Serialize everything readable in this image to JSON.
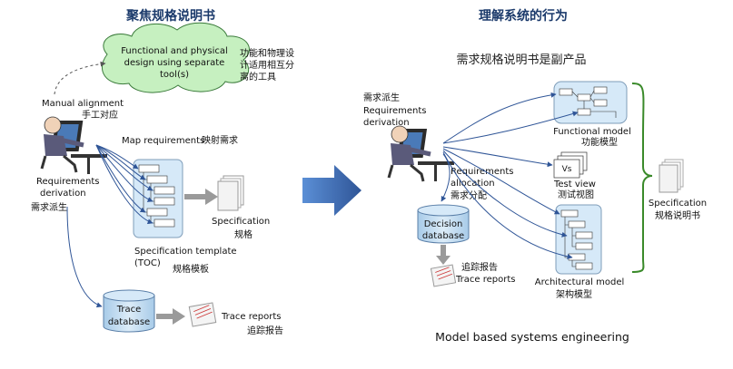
{
  "left": {
    "title": "聚焦规格说明书",
    "cloud_line1": "Functional and physical",
    "cloud_line2": "design using separate",
    "cloud_line3": "tool(s)",
    "cloud_cn_1": "功能和物理设",
    "cloud_cn_2": "计适用相互分",
    "cloud_cn_3": "离的工具",
    "manual_alignment": "Manual alignment",
    "manual_alignment_cn": "手工对应",
    "map_requirements": "Map requirements",
    "map_requirements_cn": "映射需求",
    "req_derivation_1": "Requirements",
    "req_derivation_2": "derivation",
    "req_derivation_cn": "需求派生",
    "specification": "Specification",
    "specification_cn": "规格",
    "spec_template_1": "Specification template",
    "spec_template_2": "(TOC)",
    "spec_template_cn": "规格模板",
    "trace_db_1": "Trace",
    "trace_db_2": "database",
    "trace_reports": "Trace reports",
    "trace_reports_cn": "追踪报告"
  },
  "right": {
    "title": "理解系统的行为",
    "subtitle": "需求规格说明书是副产品",
    "req_derivation_cn": "需求派生",
    "req_derivation_1": "Requirements",
    "req_derivation_2": "derivation",
    "req_allocation_1": "Requirements",
    "req_allocation_2": "allocation",
    "req_allocation_cn": "需求分配",
    "functional_model": "Functional model",
    "functional_model_cn": "功能模型",
    "test_view": "Test view",
    "test_view_cn": "测试视图",
    "vs": "Vs",
    "decision_db_1": "Decision",
    "decision_db_2": "database",
    "trace_reports_cn": "追踪报告",
    "trace_reports": "Trace reports",
    "architectural_model": "Architectural model",
    "architectural_model_cn": "架构模型",
    "specification": "Specification",
    "specification_cn": "规格说明书",
    "footer": "Model based systems engineering"
  },
  "colors": {
    "title": "#1b3a6b",
    "arrow_blue": "#2f5597",
    "box_fill": "#d6e9f8",
    "box_stroke": "#7f9db9",
    "cloud_fill": "#c6f0c0",
    "db_fill": "#bcd8f0",
    "brace": "#3a8a2a",
    "big_arrow": "#4472c4"
  }
}
